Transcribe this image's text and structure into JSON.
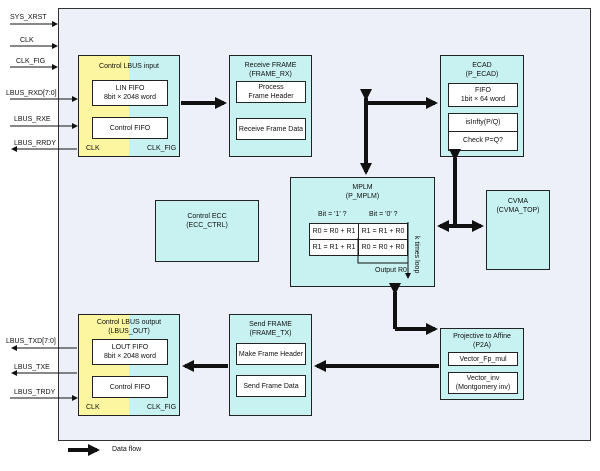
{
  "signals": {
    "sys_xrst": "SYS_XRST",
    "clk": "CLK",
    "clk_fig": "CLK_FIG",
    "lbus_rxd": "LBUS_RXD[7:0]",
    "lbus_rxe": "LBUS_RXE",
    "lbus_rrdy": "LBUS_RRDY",
    "lbus_txd": "LBUS_TXD[7:0]",
    "lbus_txe": "LBUS_TXE",
    "lbus_trdy": "LBUS_TRDY"
  },
  "lbus_in": {
    "title": "Control LBUS input",
    "fifo": [
      "LIN FIFO",
      "8bit × 2048 word"
    ],
    "ctrl": "Control FIFO",
    "clk": "CLK",
    "clk_fig": "CLK_FIG"
  },
  "frame_rx": {
    "title": [
      "Receive FRAME",
      "(FRAME_RX)"
    ],
    "header": [
      "Process",
      "Frame Header"
    ],
    "data": "Receive Frame Data"
  },
  "ecad": {
    "title": [
      "ECAD",
      "(P_ECAD)"
    ],
    "fifo": [
      "FIFO",
      "1bit × 64 word"
    ],
    "isinfty": "isInfty(P/Q)",
    "check": "Check P=Q?"
  },
  "mplm": {
    "title": [
      "MPLM",
      "(P_MPLM)"
    ],
    "bit1": "Bit = '1' ?",
    "bit0": "Bit = '0' ?",
    "r1c1": "R0 = R0 + R1",
    "r1c2": "R1 = R1 + R0",
    "r2c1": "R1 = R1 + R1",
    "r2c2": "R0 = R0 + R0",
    "loop": "k times loop",
    "output": "Output R0"
  },
  "ecc": {
    "title": [
      "Control ECC",
      "(ECC_CTRL)"
    ]
  },
  "cvma": {
    "title": [
      "CVMA",
      "(CVMA_TOP)"
    ]
  },
  "lbus_out": {
    "title": [
      "Control LBUS output",
      "(LBUS_OUT)"
    ],
    "fifo": [
      "LOUT FIFO",
      "8bit × 2048 word"
    ],
    "ctrl": "Control FIFO",
    "clk": "CLK",
    "clk_fig": "CLK_FIG"
  },
  "frame_tx": {
    "title": [
      "Send FRAME",
      "(FRAME_TX)"
    ],
    "header": "Make Frame Header",
    "data": "Send Frame Data"
  },
  "p2a": {
    "title": [
      "Projective to Affine",
      "(P2A)"
    ],
    "mul": "Vector_Fp_mul",
    "inv": [
      "Vector_inv",
      "(Montgomery inv)"
    ]
  },
  "legend": {
    "label": "Data flow"
  }
}
